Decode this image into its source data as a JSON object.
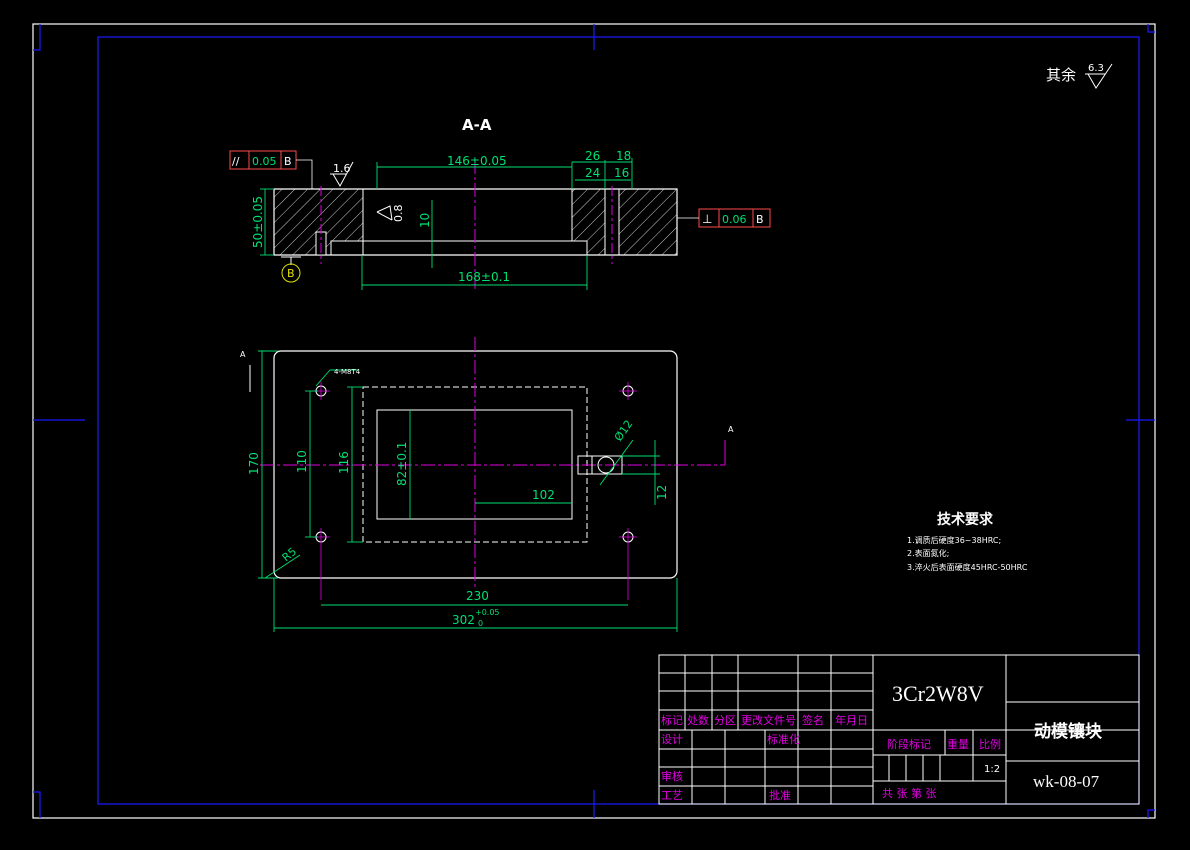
{
  "colors": {
    "background": "#000000",
    "border": "#ffffff",
    "inner_frame": "#1a1aff",
    "dimension": "#00e070",
    "section_hatch": "#ffffff",
    "centerline": "#e000e0",
    "hidden": "#ffffff",
    "title_text": "#e000e0",
    "tolerance_frame": "#ff4a4a"
  },
  "surface_finish_other": {
    "label": "其余",
    "value": "6.3"
  },
  "section": {
    "title": "A-A",
    "dims": {
      "width_146": "146±0.05",
      "d26": "26",
      "d18": "18",
      "d24": "24",
      "d16": "16",
      "height_50": "50±0.05",
      "depth_10": "10",
      "width_168": "168±0.1",
      "rough_top": "1.6",
      "rough_pocket": "0.8"
    },
    "parallel_tol": {
      "symbol": "//",
      "value": "0.05",
      "datum": "B"
    },
    "perp_tol": {
      "symbol": "⊥",
      "value": "0.06",
      "datum": "B"
    },
    "datum_label": "B"
  },
  "plan": {
    "dims": {
      "d170": "170",
      "d110": "110",
      "d116": "116",
      "d82": "82±0.1",
      "d102": "102",
      "d12": "12",
      "phi12": "Ø12",
      "r5": "R5",
      "d230": "230",
      "d302": "302",
      "d302_tol_upper": "+0.05",
      "d302_tol_lower": "0",
      "thread": "4-M8T4",
      "section_mark": "A"
    }
  },
  "tech_requirements": {
    "title": "技术要求",
    "items": [
      "1.调质后硬度36~38HRC;",
      "2.表面氮化;",
      "3.淬火后表面硬度45HRC-50HRC"
    ]
  },
  "title_block": {
    "material": "3Cr2W8V",
    "part_name": "动模镶块",
    "drawing_no": "wk-08-07",
    "scale": "1:2",
    "labels": {
      "mark": "标记",
      "count": "处数",
      "zone": "分区",
      "change_doc": "更改文件号",
      "signature": "签名",
      "date": "年月日",
      "design": "设计",
      "standardize": "标准化",
      "stage_mark": "阶段标记",
      "weight": "重量",
      "ratio": "比例",
      "review": "审核",
      "process": "工艺",
      "approve": "批准",
      "sheets": "共  张 第  张"
    }
  }
}
